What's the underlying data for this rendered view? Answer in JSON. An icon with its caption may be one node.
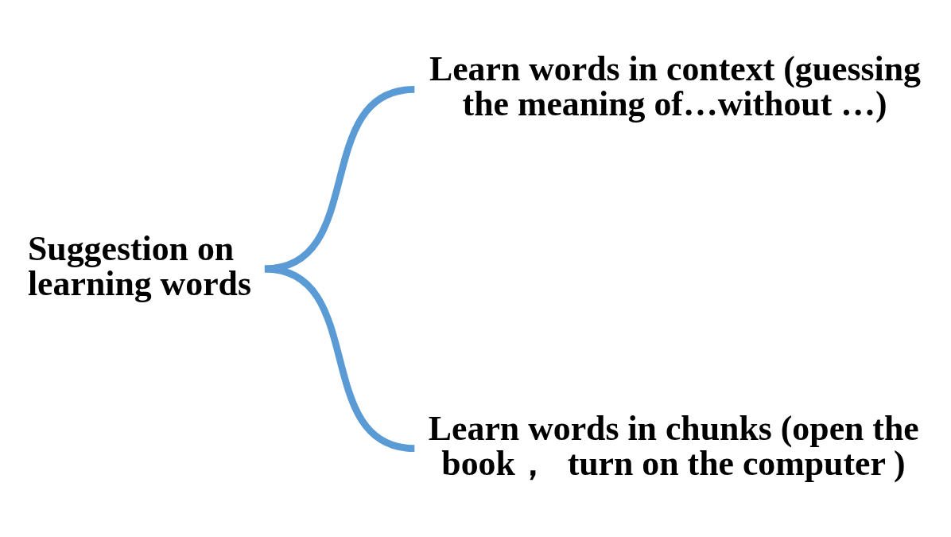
{
  "diagram": {
    "nodes": [
      {
        "text": [
          "Suggestion on learning words"
        ]
      },
      {
        "text": [
          "Learn words in context (guessing the meaning of…without …)"
        ]
      },
      {
        "text": [
          "Learn words in chunks (open the book，  turn on the computer )"
        ]
      }
    ],
    "edges": [
      {
        "from": 0,
        "to": 1,
        "arrow": "none"
      },
      {
        "from": 0,
        "to": 2,
        "arrow": "none"
      }
    ]
  }
}
